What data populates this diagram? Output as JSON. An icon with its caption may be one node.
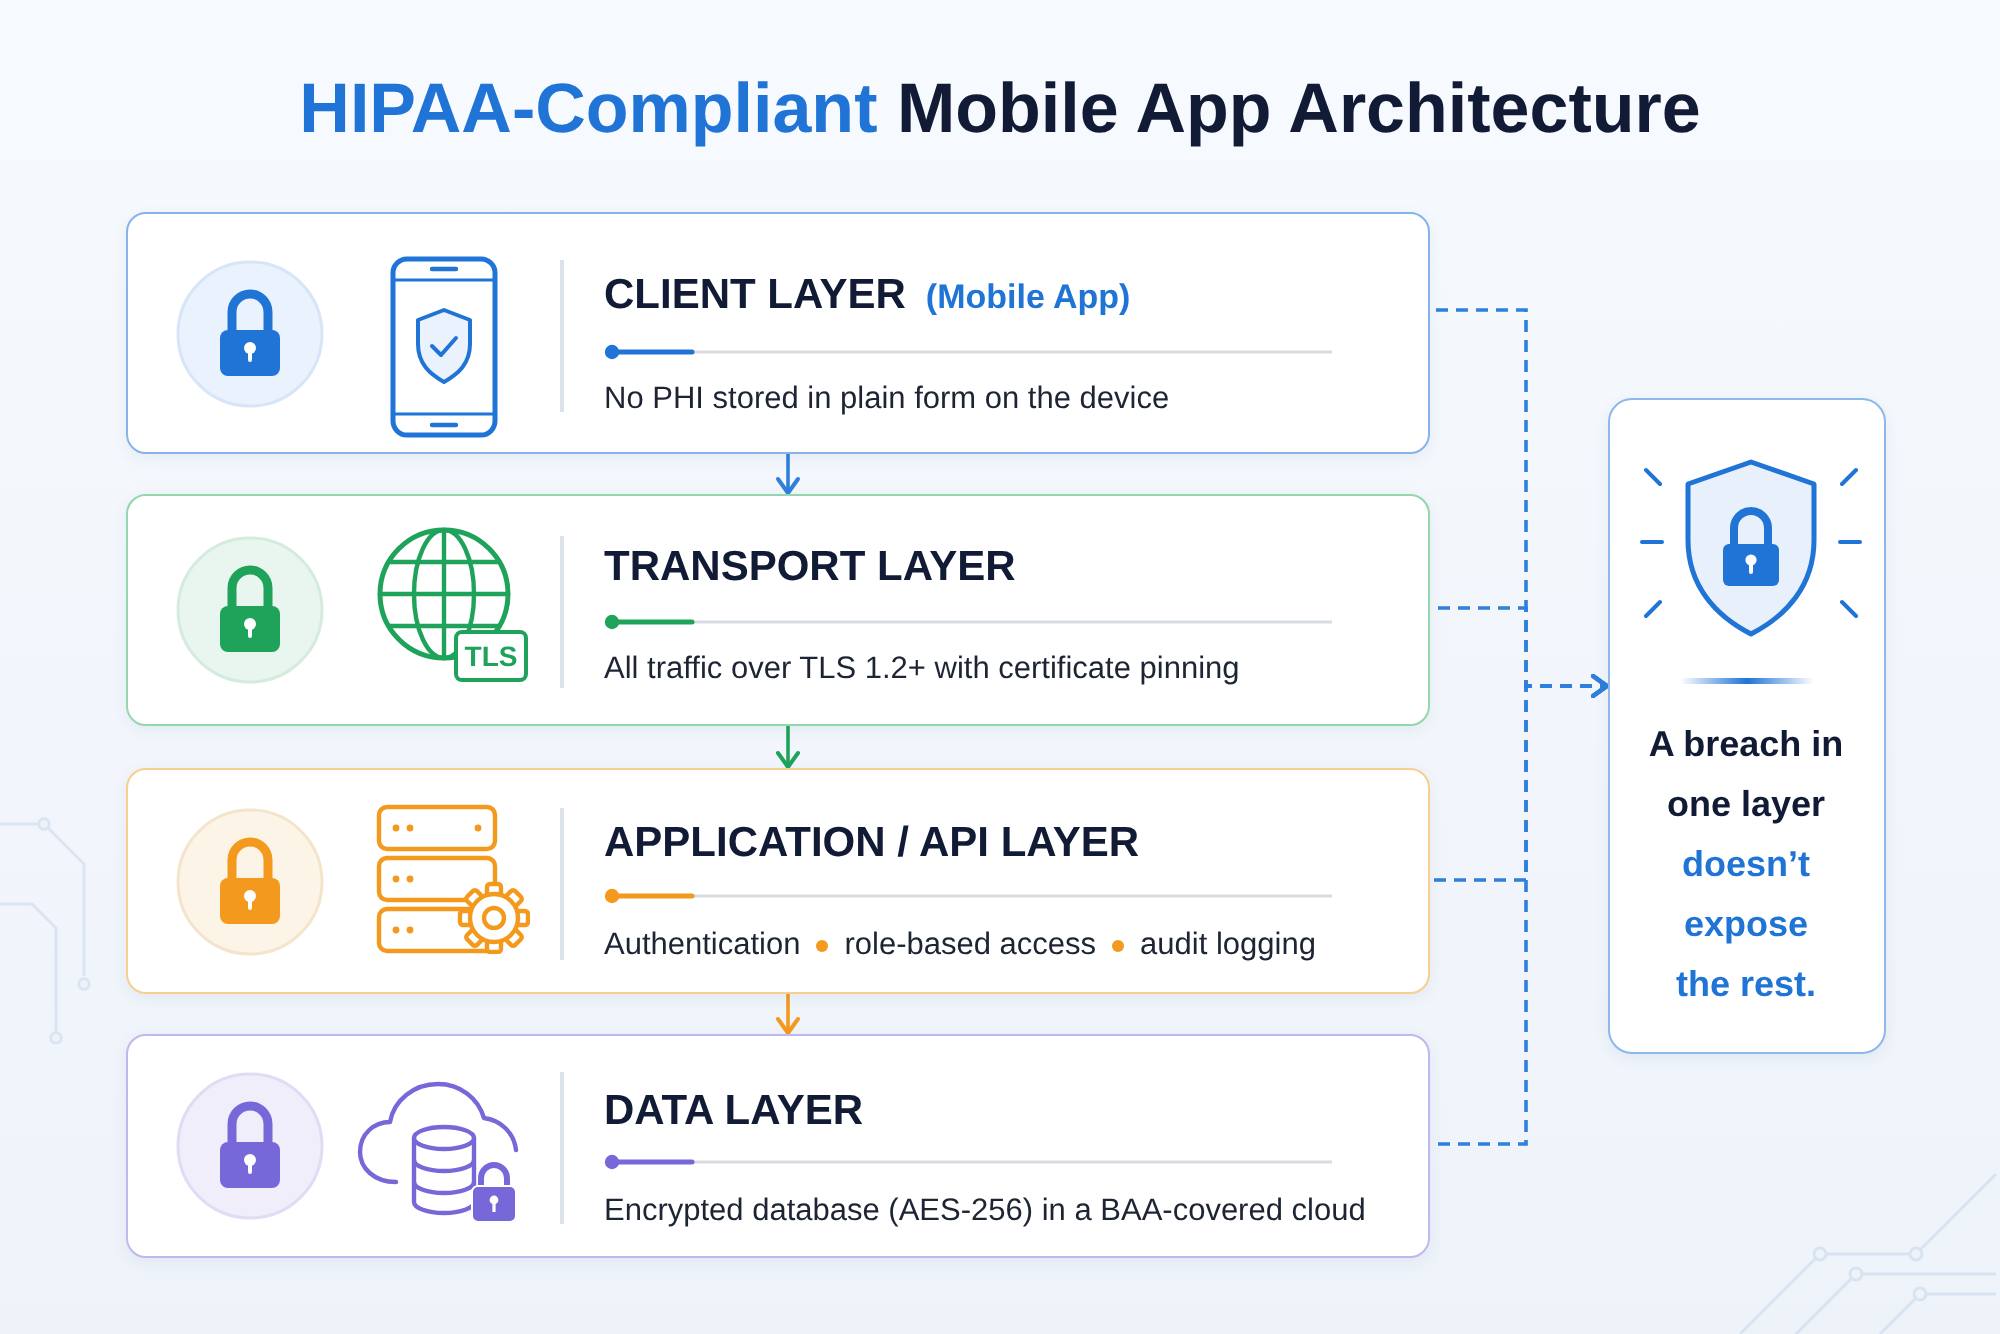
{
  "diagram": {
    "title": "HIPAA-Compliant Mobile App Architecture",
    "nodes": [
      {
        "text": [
          "CLIENT LAYER",
          "(Mobile App)",
          "No PHI stored in plain form on the device"
        ]
      },
      {
        "text": [
          "TRANSPORT LAYER",
          "All traffic over TLS 1.2+ with certificate pinning"
        ]
      },
      {
        "text": [
          "APPLICATION / API LAYER",
          "Authentication",
          "role-based access",
          "audit logging"
        ]
      },
      {
        "text": [
          "DATA LAYER",
          "Encrypted database (AES-256) in a BAA-covered cloud"
        ]
      },
      {
        "text": [
          "A breach in one layer",
          "doesn’t expose the rest."
        ]
      }
    ],
    "edges": [
      {
        "from": 0,
        "to": 1,
        "arrow": "to"
      },
      {
        "from": 1,
        "to": 2,
        "arrow": "to",
        "color": "#1fa35a"
      },
      {
        "from": 2,
        "to": 3,
        "arrow": "to",
        "color": "#f39a1e"
      },
      {
        "from": 0,
        "to": 4,
        "arrow": "to",
        "style": "dashed"
      },
      {
        "from": 1,
        "to": 4,
        "arrow": "to",
        "style": "dashed"
      },
      {
        "from": 2,
        "to": 4,
        "arrow": "to",
        "style": "dashed"
      },
      {
        "from": 3,
        "to": 4,
        "arrow": "to",
        "style": "dashed"
      }
    ],
    "labels": [
      "TLS"
    ]
  }
}
